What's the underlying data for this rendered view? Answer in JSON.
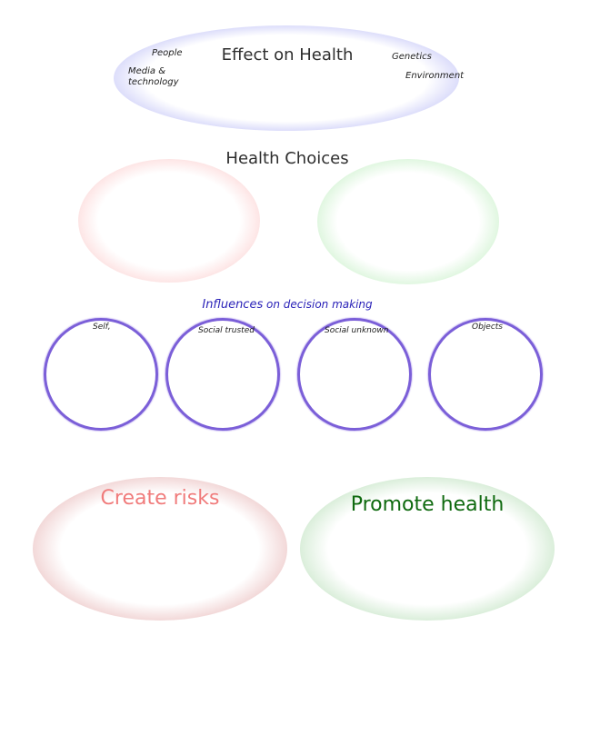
{
  "effect": {
    "title": "Effect on Health",
    "factors": {
      "people": "People",
      "media": "Media &\ntechnology",
      "genetics": "Genetics",
      "environment": "Environment"
    }
  },
  "choices": {
    "title": "Health Choices"
  },
  "influences": {
    "title_main": "Influences",
    "title_rest": " on  decision making",
    "items": {
      "self": "Self,",
      "social_trusted": "Social trusted",
      "social_unknown": "Social  unknown",
      "objects": "Objects"
    }
  },
  "outcomes": {
    "risks": "Create risks",
    "promote": "Promote health"
  },
  "colors": {
    "effect_ring": "#c3c5f4",
    "choice_left": "#f3a7a7",
    "choice_right": "#8fd98f",
    "influence_ring": "#7b5fd8",
    "influence_text": "#2a22b8",
    "risks_ring": "#c27f7f",
    "risks_text": "#f07b7b",
    "promote_ring": "#79b679",
    "promote_text": "#0f6a0f"
  }
}
